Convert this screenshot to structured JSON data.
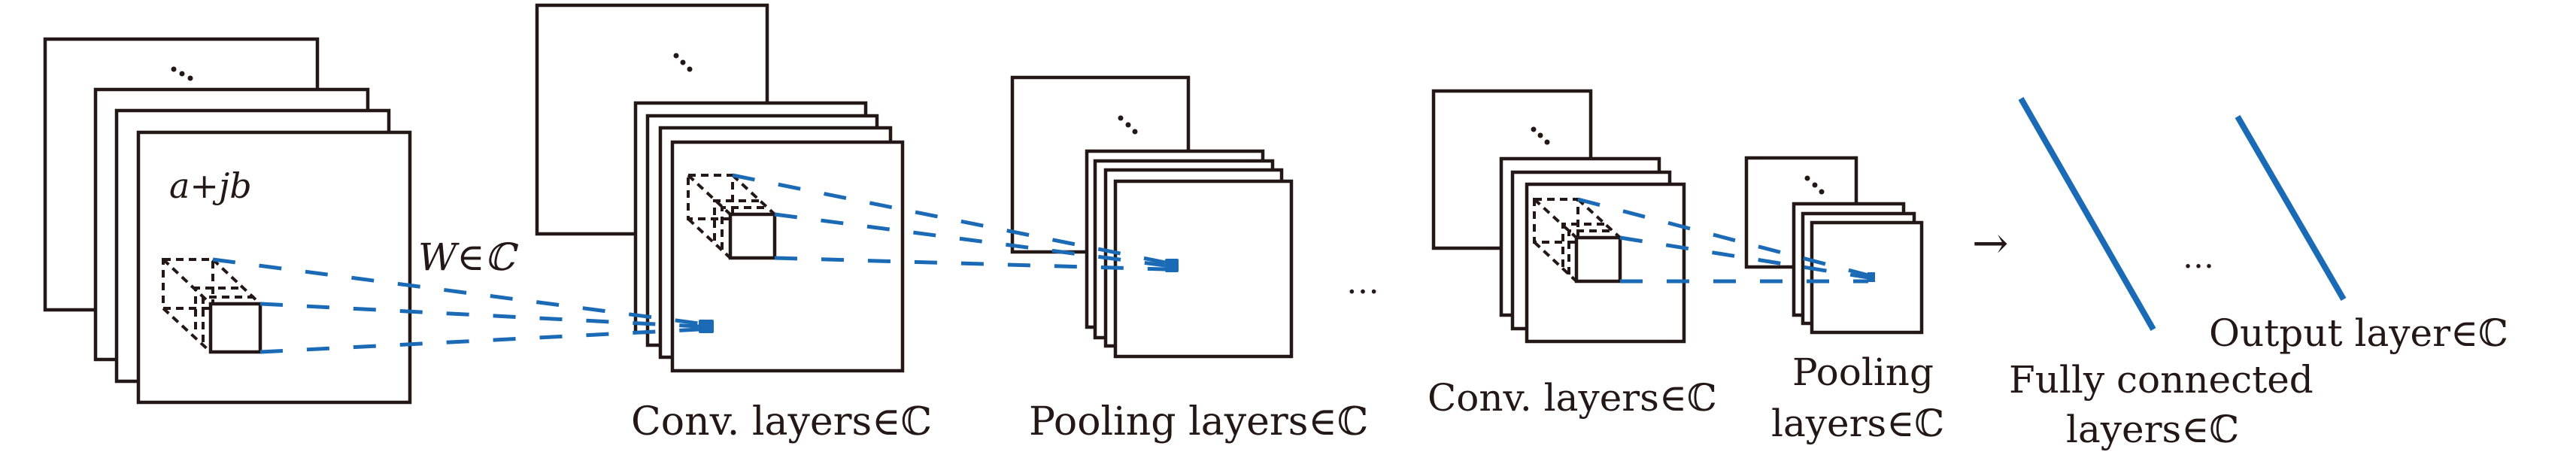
{
  "diagram": {
    "title": "Complex-valued CNN architecture",
    "input": {
      "value_label": "a+jb",
      "dots": "⋱"
    },
    "weight_label": "W∈ℂ",
    "stages": [
      {
        "id": "conv1",
        "label": "Conv. layers∈ℂ"
      },
      {
        "id": "pool1",
        "label": "Pooling layers∈ℂ"
      },
      {
        "id": "ellipsis1",
        "label": "…"
      },
      {
        "id": "conv2",
        "label": "Conv. layers∈ℂ"
      },
      {
        "id": "pool2",
        "label_line1": "Pooling",
        "label_line2": "layers∈ℂ"
      },
      {
        "id": "arrow",
        "label": "→"
      },
      {
        "id": "fc",
        "label_line1": "Fully connected",
        "label_line2": "layers∈ℂ"
      },
      {
        "id": "ellipsis2",
        "label": "…"
      },
      {
        "id": "output",
        "label": "Output layer∈ℂ"
      }
    ],
    "colors": {
      "ink": "#231815",
      "accent": "#1a6ab5"
    }
  }
}
